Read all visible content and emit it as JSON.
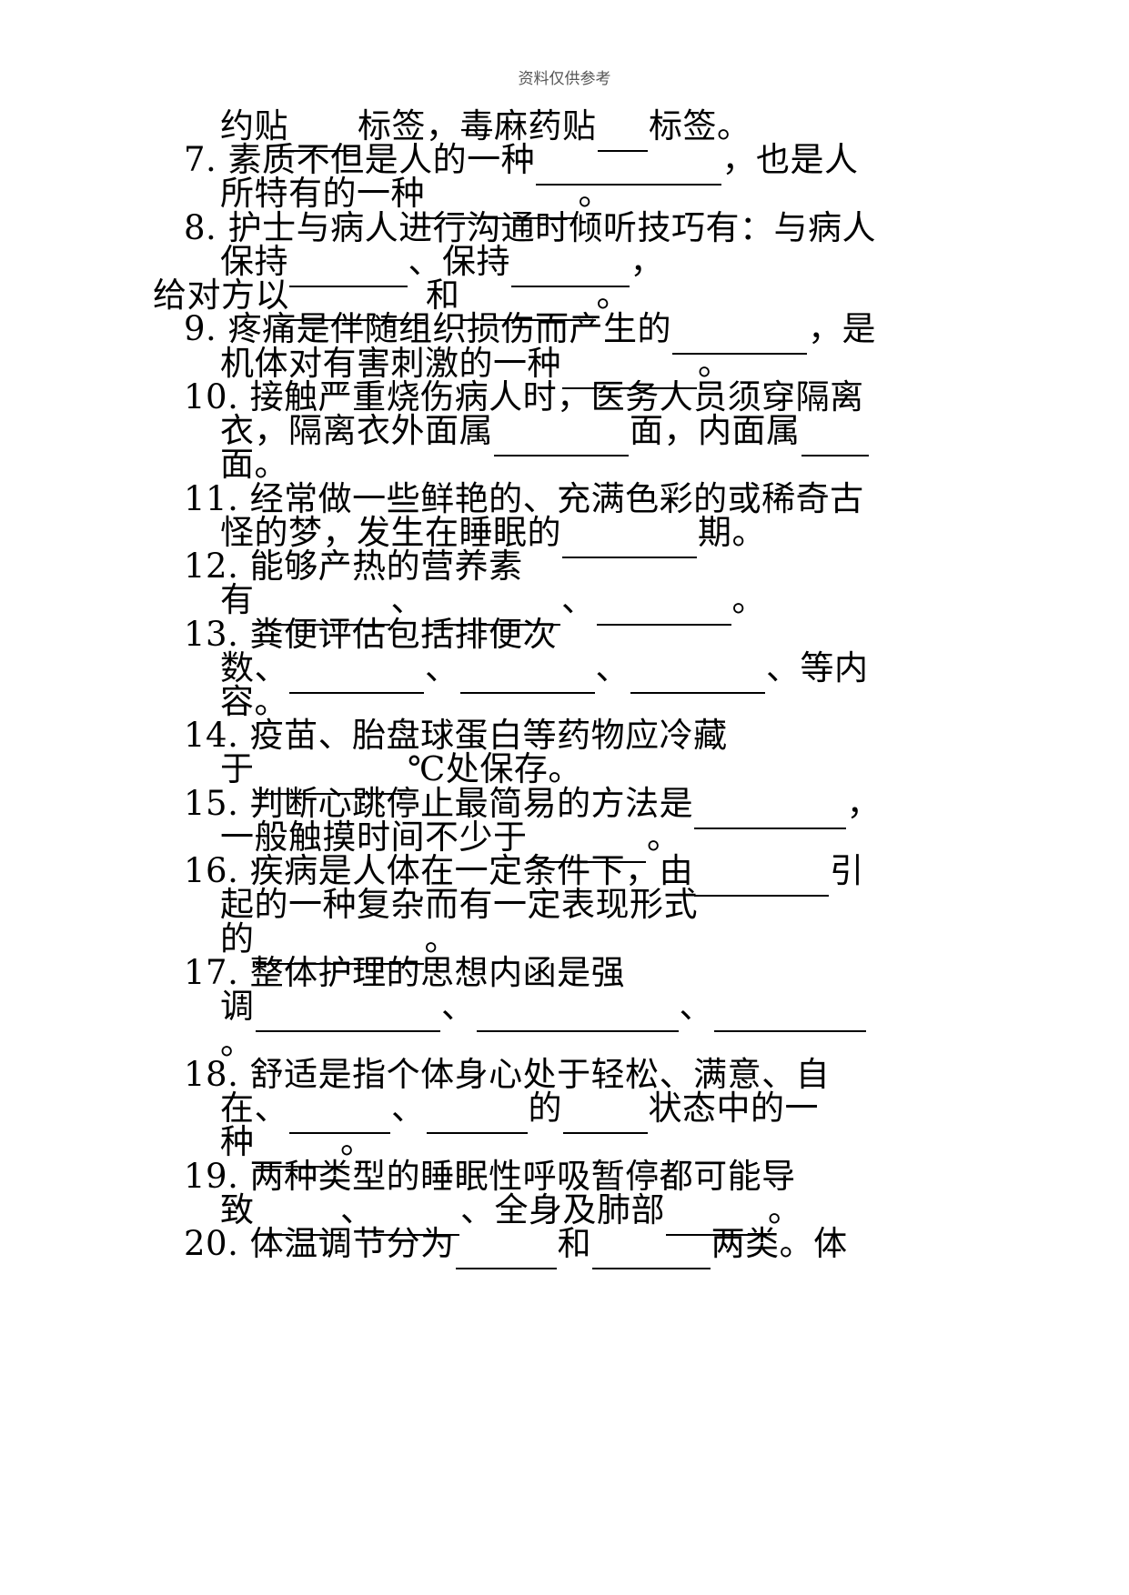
{
  "header": {
    "text": "资料仅供参考"
  },
  "lines": [
    [
      "约贴",
      "____",
      "标签，毒麻药贴",
      "___",
      "标签。"
    ],
    [
      "7. 素质不但是人的一种",
      "___________",
      "，也是人"
    ],
    [
      "所特有的一种",
      "_________",
      "。"
    ],
    [
      "8. 护士与病人进行沟通时倾听技巧有：与病人"
    ],
    [
      "保持",
      "_______",
      "、保持",
      "_______",
      "，"
    ],
    [
      "给对方以",
      "________",
      "和",
      "________",
      "。"
    ],
    [
      "9. 疼痛是伴随组织损伤而产生的",
      "________",
      "，是"
    ],
    [
      "机体对有害刺激的一种",
      "________",
      "。"
    ],
    [
      "10.",
      "  接触严重烧伤病人时，医务人员须穿隔离"
    ],
    [
      "衣，隔离衣外面属",
      "________",
      "面，内面属",
      "____"
    ],
    [
      "面。"
    ],
    [
      "11.",
      "  经常做一些鲜艳的、充满色彩的或稀奇古"
    ],
    [
      "怪的梦，发生在睡眠的",
      "________",
      "期。"
    ],
    [
      "12.",
      "  能够产热的营养素"
    ],
    [
      "有",
      "________",
      "、",
      "________",
      "、",
      "________",
      "。"
    ],
    [
      "13.",
      "  粪便评估包括排便次"
    ],
    [
      "数、",
      "________",
      "、",
      "________",
      "、",
      "________",
      "、等内"
    ],
    [
      "容。"
    ],
    [
      "14.",
      "  疫苗、胎盘球蛋白等药物应冷藏"
    ],
    [
      "于",
      "_________",
      "℃处保存。"
    ],
    [
      "15.",
      "  判断心跳停止最简易的方法是",
      "_________",
      "，"
    ],
    [
      "一般触摸时间不少于",
      "_______",
      "。"
    ],
    [
      "16.",
      "  疾病是人体在一定条件下，由",
      "________",
      "引"
    ],
    [
      "起的一种复杂而有一定表现形式"
    ],
    [
      "的",
      "__________",
      "。"
    ],
    [
      "17.",
      "  整体护理的思想内函是强"
    ],
    [
      "调",
      "___________",
      "、",
      "____________",
      "、",
      "_________"
    ],
    [
      "。"
    ],
    [
      "18.",
      "  舒适是指个体身心处于轻松、满意、自"
    ],
    [
      "在、",
      "______",
      "、",
      "______",
      "的",
      "_____",
      "状态中的一"
    ],
    [
      "种",
      "_____",
      "。"
    ],
    [
      "19.",
      "  两种类型的睡眠性呼吸暂停都可能导"
    ],
    [
      "致",
      "_____",
      "、",
      "_____",
      "、全身及肺部",
      "______",
      "。"
    ],
    [
      "20.",
      "  体温调节分为",
      "______",
      "和",
      "_______",
      "两类。体"
    ]
  ]
}
